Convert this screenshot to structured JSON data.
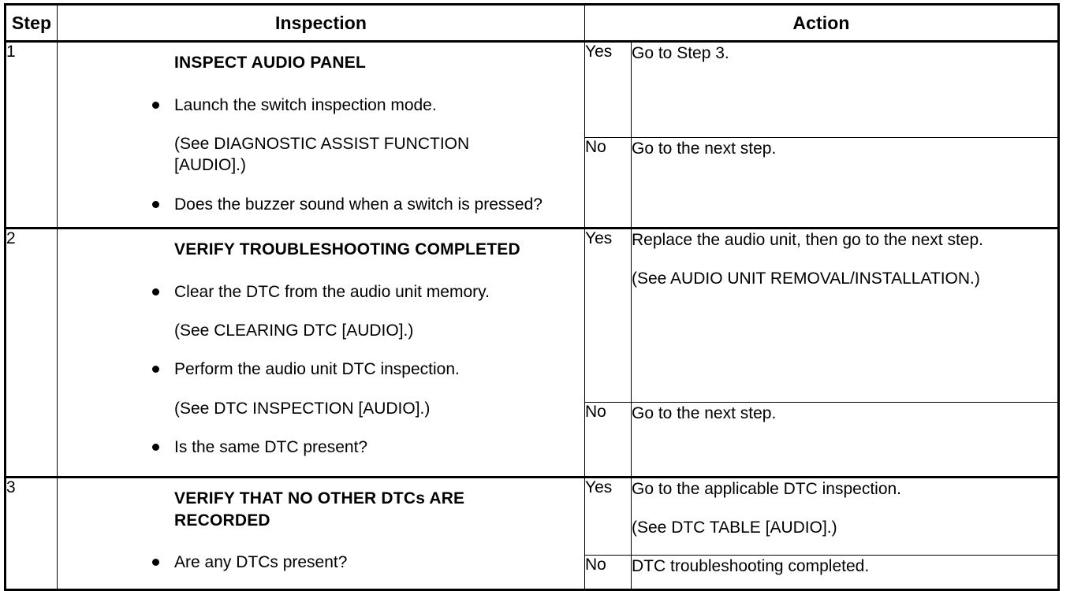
{
  "table": {
    "headers": {
      "step": "Step",
      "inspection": "Inspection",
      "action": "Action"
    },
    "labels": {
      "yes": "Yes",
      "no": "No"
    },
    "steps": [
      {
        "number": "1",
        "title": "INSPECT AUDIO PANEL",
        "items": [
          {
            "type": "bullet",
            "text": "Launch the switch inspection mode."
          },
          {
            "type": "note",
            "line1": "(See DIAGNOSTIC ASSIST FUNCTION",
            "line2": "[AUDIO].)"
          },
          {
            "type": "bullet",
            "text": "Does the buzzer sound when a switch is pressed?"
          }
        ],
        "yes_action": {
          "line1": "Go to Step 3.",
          "line2": ""
        },
        "no_action": {
          "line1": "Go to the next step.",
          "line2": ""
        }
      },
      {
        "number": "2",
        "title": "VERIFY TROUBLESHOOTING COMPLETED",
        "items": [
          {
            "type": "bullet",
            "text": "Clear the DTC from the audio unit memory."
          },
          {
            "type": "note",
            "line1": "(See CLEARING DTC [AUDIO].)",
            "line2": ""
          },
          {
            "type": "bullet",
            "text": "Perform the audio unit DTC inspection."
          },
          {
            "type": "note",
            "line1": "(See DTC INSPECTION [AUDIO].)",
            "line2": ""
          },
          {
            "type": "bullet",
            "text": "Is the same DTC present?"
          }
        ],
        "yes_action": {
          "line1": "Replace the audio unit, then go to the next step.",
          "line2": "(See AUDIO UNIT REMOVAL/INSTALLATION.)"
        },
        "no_action": {
          "line1": "Go to the next step.",
          "line2": ""
        }
      },
      {
        "number": "3",
        "title_line1": "VERIFY THAT NO OTHER DTCs ARE",
        "title_line2": "RECORDED",
        "items": [
          {
            "type": "bullet",
            "text": "Are any DTCs present?"
          }
        ],
        "yes_action": {
          "line1": "Go to the applicable DTC inspection.",
          "line2": "(See DTC TABLE [AUDIO].)"
        },
        "no_action": {
          "line1": "DTC troubleshooting completed.",
          "line2": ""
        }
      }
    ]
  }
}
